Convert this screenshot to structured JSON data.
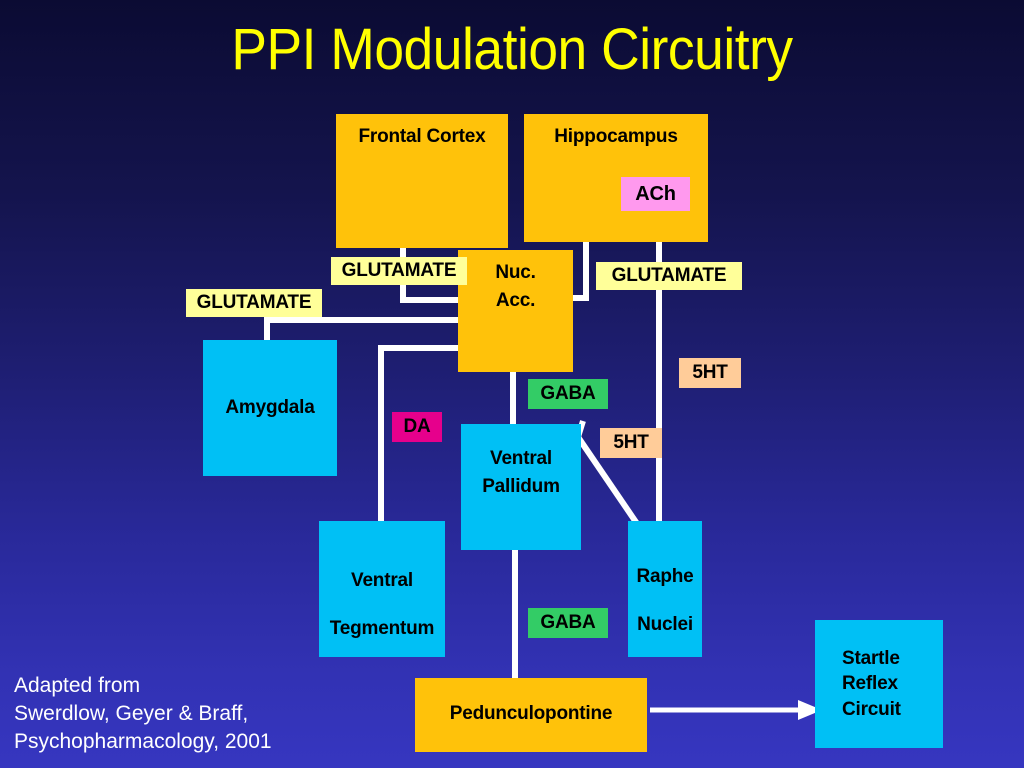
{
  "slide": {
    "title": "PPI Modulation Circuitry",
    "title_color": "#ffff00",
    "background_top": "#0b0b33",
    "background_bottom": "#3636c0",
    "credit": "Adapted from\nSwerdlow, Geyer & Braff,\nPsychopharmacology, 2001"
  },
  "palette": {
    "gold_box": "#ffc20a",
    "cyan_box": "#00c0f5",
    "glutamate_tag": "#ffff99",
    "gaba_tag": "#33cc66",
    "ach_tag": "#ff99ee",
    "da_tag": "#e6008c",
    "serotonin_tag": "#ffcc99",
    "wire": "#ffffff",
    "text_dark": "#000000"
  },
  "nodes": [
    {
      "id": "frontal-cortex",
      "label": "Frontal Cortex",
      "color": "gold"
    },
    {
      "id": "hippocampus",
      "label": "Hippocampus",
      "color": "gold"
    },
    {
      "id": "nucleus-accumbens",
      "label": "Nuc.\nAcc.",
      "color": "gold"
    },
    {
      "id": "amygdala",
      "label": "Amygdala",
      "color": "cyan"
    },
    {
      "id": "ventral-pallidum",
      "label": "Ventral\nPallidum",
      "color": "cyan"
    },
    {
      "id": "ventral-tegmentum",
      "label": "Ventral\n\nTegmentum",
      "color": "cyan"
    },
    {
      "id": "raphe-nuclei",
      "label": "Raphe\n\nNuclei",
      "color": "cyan"
    },
    {
      "id": "pedunculopontine",
      "label": "Pedunculopontine",
      "color": "gold"
    },
    {
      "id": "startle-reflex",
      "label": "Startle\nReflex\nCircuit",
      "color": "cyan"
    }
  ],
  "tags": [
    {
      "id": "glutamate-frontal",
      "label": "GLUTAMATE",
      "type": "glu"
    },
    {
      "id": "glutamate-amygdala",
      "label": "GLUTAMATE",
      "type": "glu"
    },
    {
      "id": "glutamate-hippocampus",
      "label": "GLUTAMATE",
      "type": "glu"
    },
    {
      "id": "acetylcholine",
      "label": "ACh",
      "type": "ach"
    },
    {
      "id": "gaba-nacc-vp",
      "label": "GABA",
      "type": "gaba"
    },
    {
      "id": "gaba-vp-ppt",
      "label": "GABA",
      "type": "gaba"
    },
    {
      "id": "dopamine",
      "label": "DA",
      "type": "da"
    },
    {
      "id": "serotonin-upper",
      "label": "5HT",
      "type": "ht"
    },
    {
      "id": "serotonin-lower",
      "label": "5HT",
      "type": "ht"
    }
  ]
}
